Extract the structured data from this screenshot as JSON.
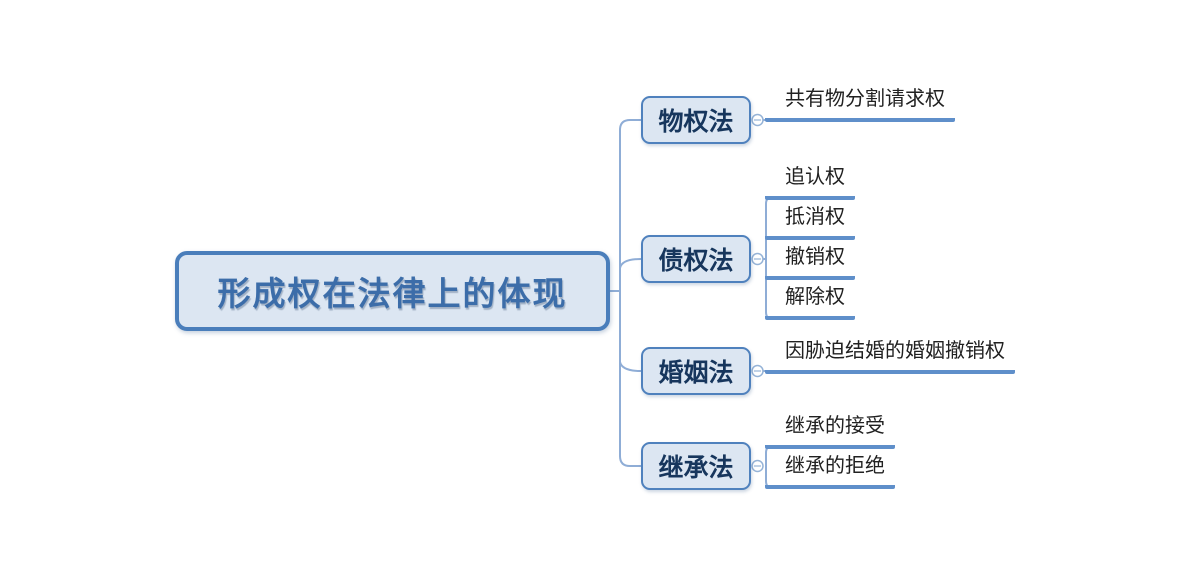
{
  "diagram": {
    "type": "mindmap",
    "root": {
      "label": "形成权在法律上的体现"
    },
    "branches": [
      {
        "label": "物权法",
        "children": [
          "共有物分割请求权"
        ]
      },
      {
        "label": "债权法",
        "children": [
          "追认权",
          "抵消权",
          "撤销权",
          "解除权"
        ]
      },
      {
        "label": "婚姻法",
        "children": [
          "因胁迫结婚的婚姻撤销权"
        ]
      },
      {
        "label": "继承法",
        "children": [
          "继承的接受",
          "继承的拒绝"
        ]
      }
    ],
    "icons": {
      "collapse_toggle": "minus-circle"
    },
    "colors": {
      "background": "#ffffff",
      "node_fill": "#dce6f2",
      "root_border": "#4a7ebb",
      "branch_border": "#4f81bd",
      "root_text": "#3c6da9",
      "branch_text": "#17365d",
      "leaf_text": "#212121",
      "leaf_underline": "#5f8fca",
      "connector_line": "#8fadd6",
      "toggle_stroke": "#95b3d7"
    }
  }
}
